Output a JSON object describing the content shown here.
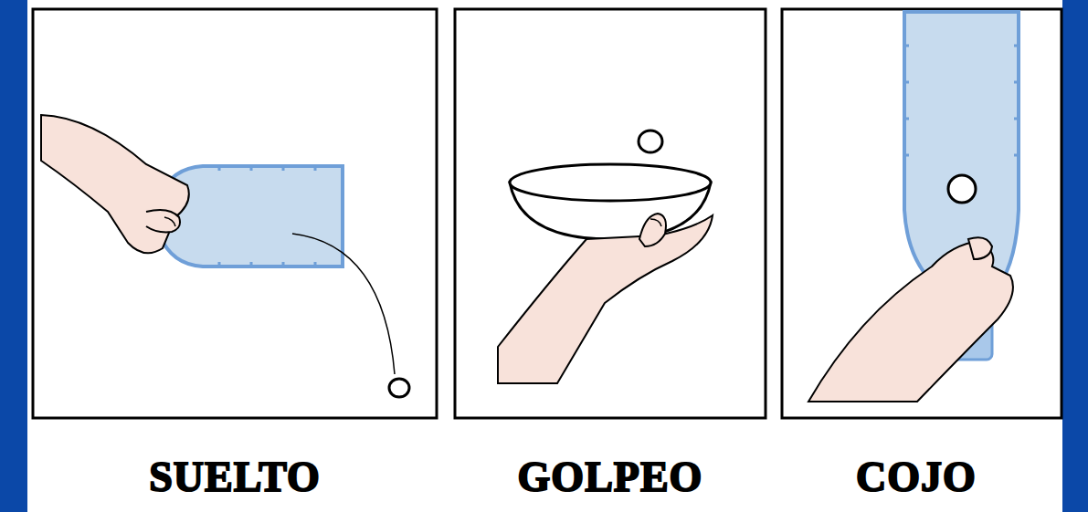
{
  "diagram": {
    "labels": [
      "SUELTO",
      "GOLPEO",
      "COJO"
    ]
  }
}
